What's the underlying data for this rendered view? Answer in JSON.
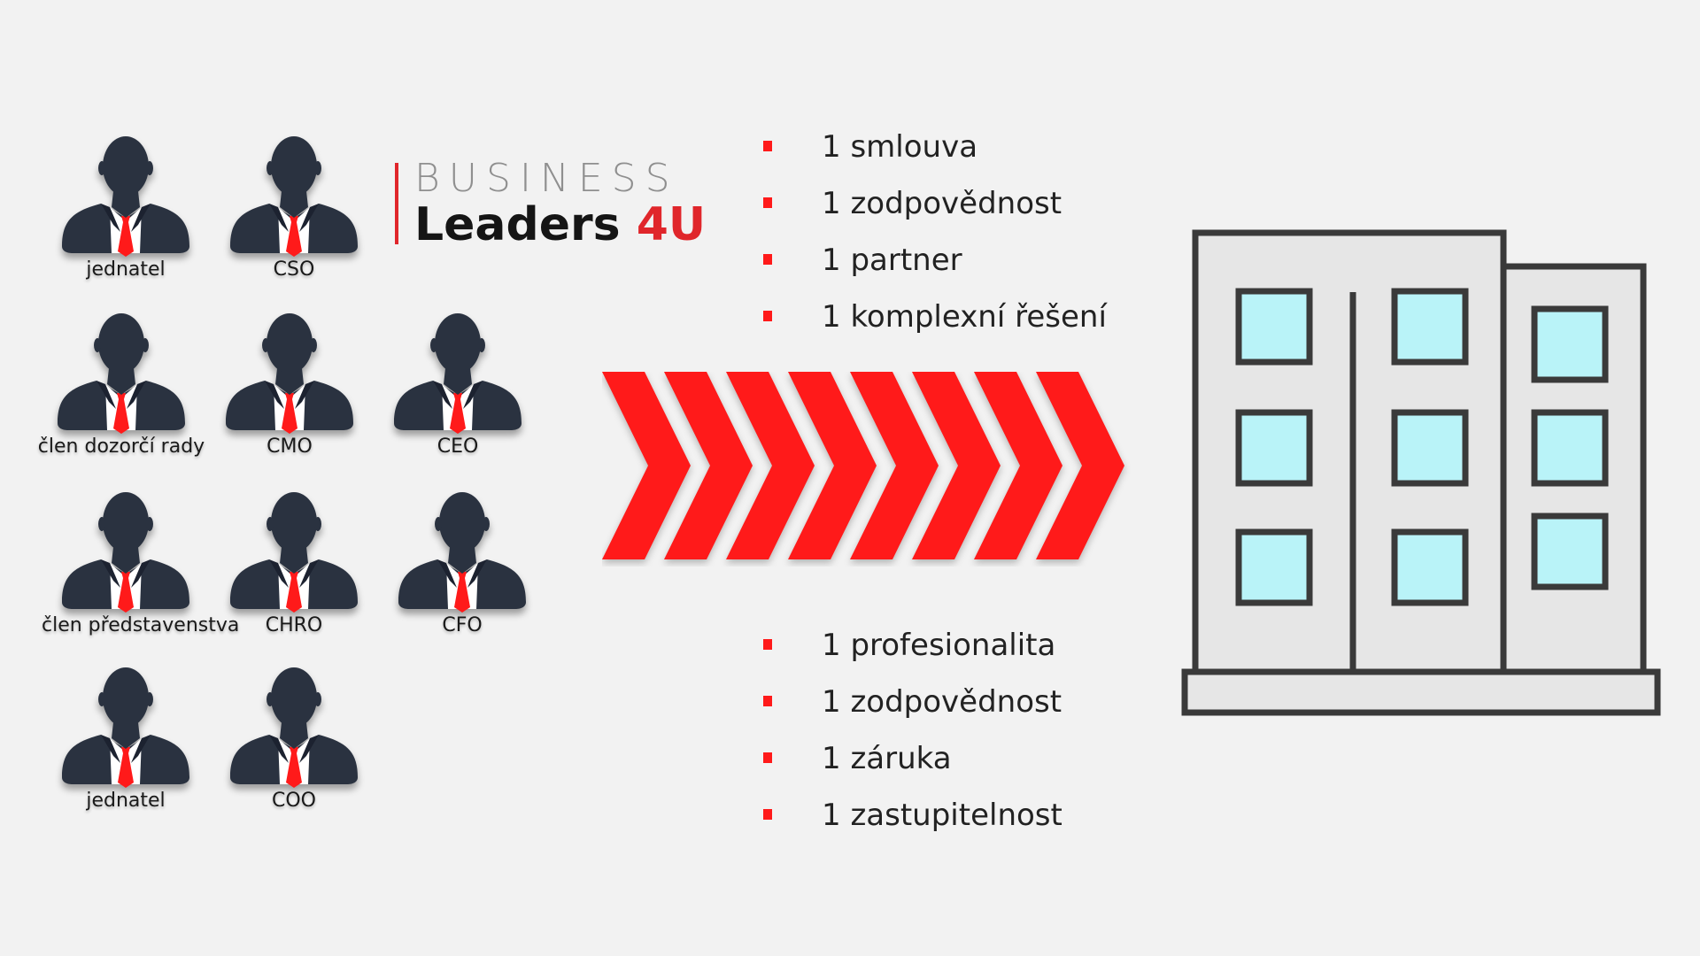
{
  "people": [
    {
      "role": "jednatel"
    },
    {
      "role": "CSO"
    },
    {
      "role": "člen dozorčí rady"
    },
    {
      "role": "CMO"
    },
    {
      "role": "CEO"
    },
    {
      "role": "člen představenstva"
    },
    {
      "role": "CHRO"
    },
    {
      "role": "CFO"
    },
    {
      "role": "jednatel"
    },
    {
      "role": "COO"
    }
  ],
  "logo": {
    "line1": "BUSINESS",
    "line2_main": "Leaders ",
    "line2_accent": "4U"
  },
  "top_list": [
    "1 smlouva",
    "1 zodpovědnost",
    "1 partner",
    "1 komplexní řešení"
  ],
  "bottom_list": [
    "1 profesionalita",
    "1 zodpovědnost",
    "1 záruka",
    "1 zastupitelnost"
  ],
  "colors": {
    "accent": "#ff1a1a",
    "silhouette": "#2a3240",
    "window": "#b9f3f8",
    "building": "#e6e6e6",
    "outline": "#3a3a3a"
  },
  "icons": {
    "person": "businessman-silhouette-icon",
    "arrows": "chevron-arrows-icon",
    "building": "office-building-icon"
  }
}
